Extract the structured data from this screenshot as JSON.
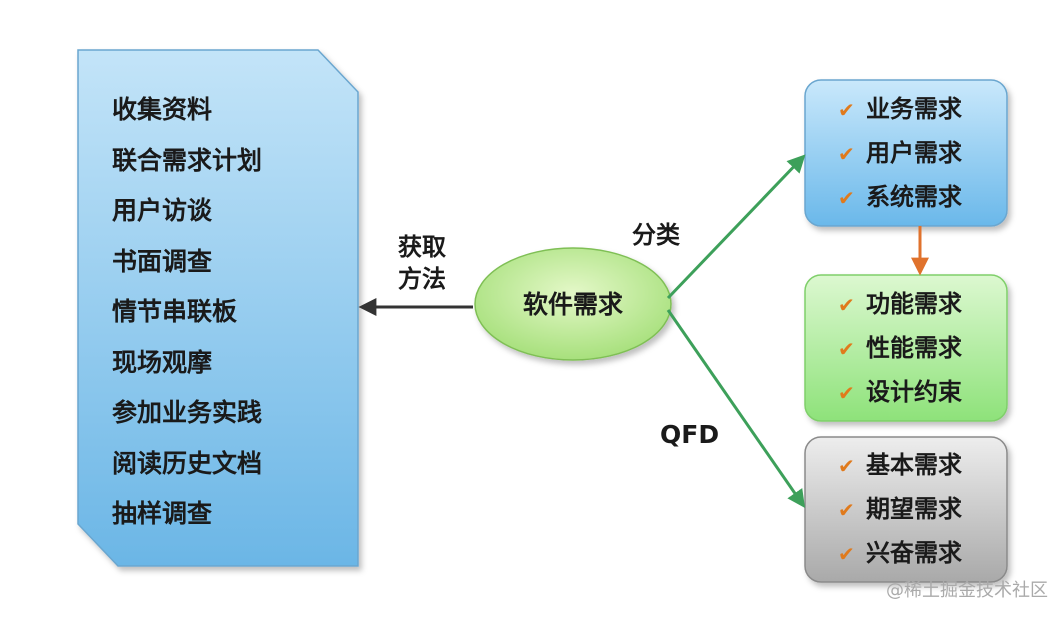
{
  "center": {
    "label": "软件需求"
  },
  "acquisition": {
    "label_line1": "获取",
    "label_line2": "方法",
    "methods": [
      "收集资料",
      "联合需求计划",
      "用户访谈",
      "书面调查",
      "情节串联板",
      "现场观摩",
      "参加业务实践",
      "阅读历史文档",
      "抽样调查"
    ]
  },
  "classification": {
    "label": "分类",
    "items": [
      "业务需求",
      "用户需求",
      "系统需求"
    ]
  },
  "system_breakdown": {
    "items": [
      "功能需求",
      "性能需求",
      "设计约束"
    ]
  },
  "qfd": {
    "label": "QFD",
    "items": [
      "基本需求",
      "期望需求",
      "兴奋需求"
    ]
  },
  "check_glyph": "✔",
  "watermark": "@稀土掘金技术社区",
  "colors": {
    "document_fill": "#8fc9ee",
    "classification_fill": "#86c8f0",
    "system_fill": "#a8ec96",
    "qfd_fill": "#c4c4c4",
    "ellipse_fill": "#b8e88e",
    "green_arrow": "#3da05a",
    "orange_arrow": "#e0722c",
    "dark_arrow": "#333333",
    "check": "#e07a1c"
  }
}
